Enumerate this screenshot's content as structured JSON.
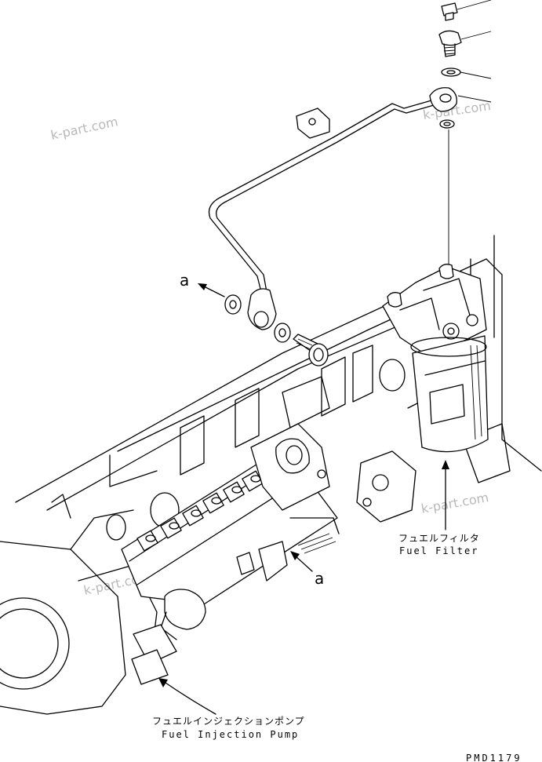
{
  "labels": {
    "fuel_filter_jp": "フュエルフィルタ",
    "fuel_filter_en": "Fuel Filter",
    "injection_pump_jp": "フュエルインジェクションポンプ",
    "injection_pump_en": "Fuel Injection Pump",
    "callout_top": "a",
    "callout_bottom": "a",
    "drawing_code": "PMD1179"
  },
  "watermarks": [
    "k-part.com",
    "k-part.com",
    "k-part.com",
    "k-part.com"
  ]
}
